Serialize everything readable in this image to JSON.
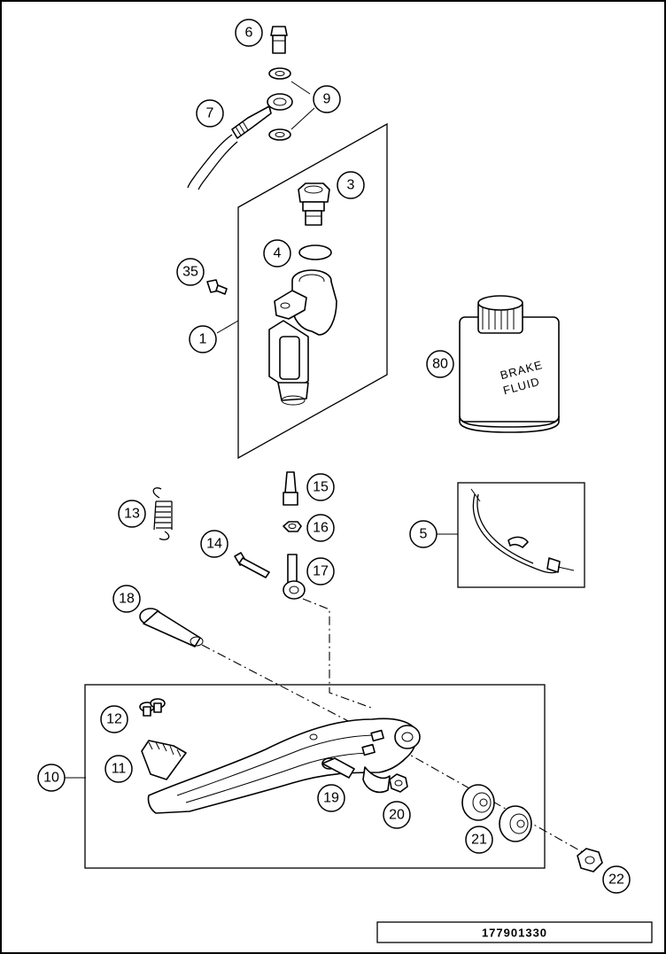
{
  "callouts": [
    {
      "label": "6"
    },
    {
      "label": "9"
    },
    {
      "label": "7"
    },
    {
      "label": "3"
    },
    {
      "label": "4"
    },
    {
      "label": "35"
    },
    {
      "label": "1"
    },
    {
      "label": "80"
    },
    {
      "label": "15"
    },
    {
      "label": "13"
    },
    {
      "label": "16"
    },
    {
      "label": "5"
    },
    {
      "label": "14"
    },
    {
      "label": "17"
    },
    {
      "label": "18"
    },
    {
      "label": "12"
    },
    {
      "label": "10"
    },
    {
      "label": "11"
    },
    {
      "label": "19"
    },
    {
      "label": "20"
    },
    {
      "label": "21"
    },
    {
      "label": "22"
    }
  ],
  "brake_fluid_can": {
    "line1": "BRAKE",
    "line2": "FLUID"
  },
  "document_number": "177901330"
}
